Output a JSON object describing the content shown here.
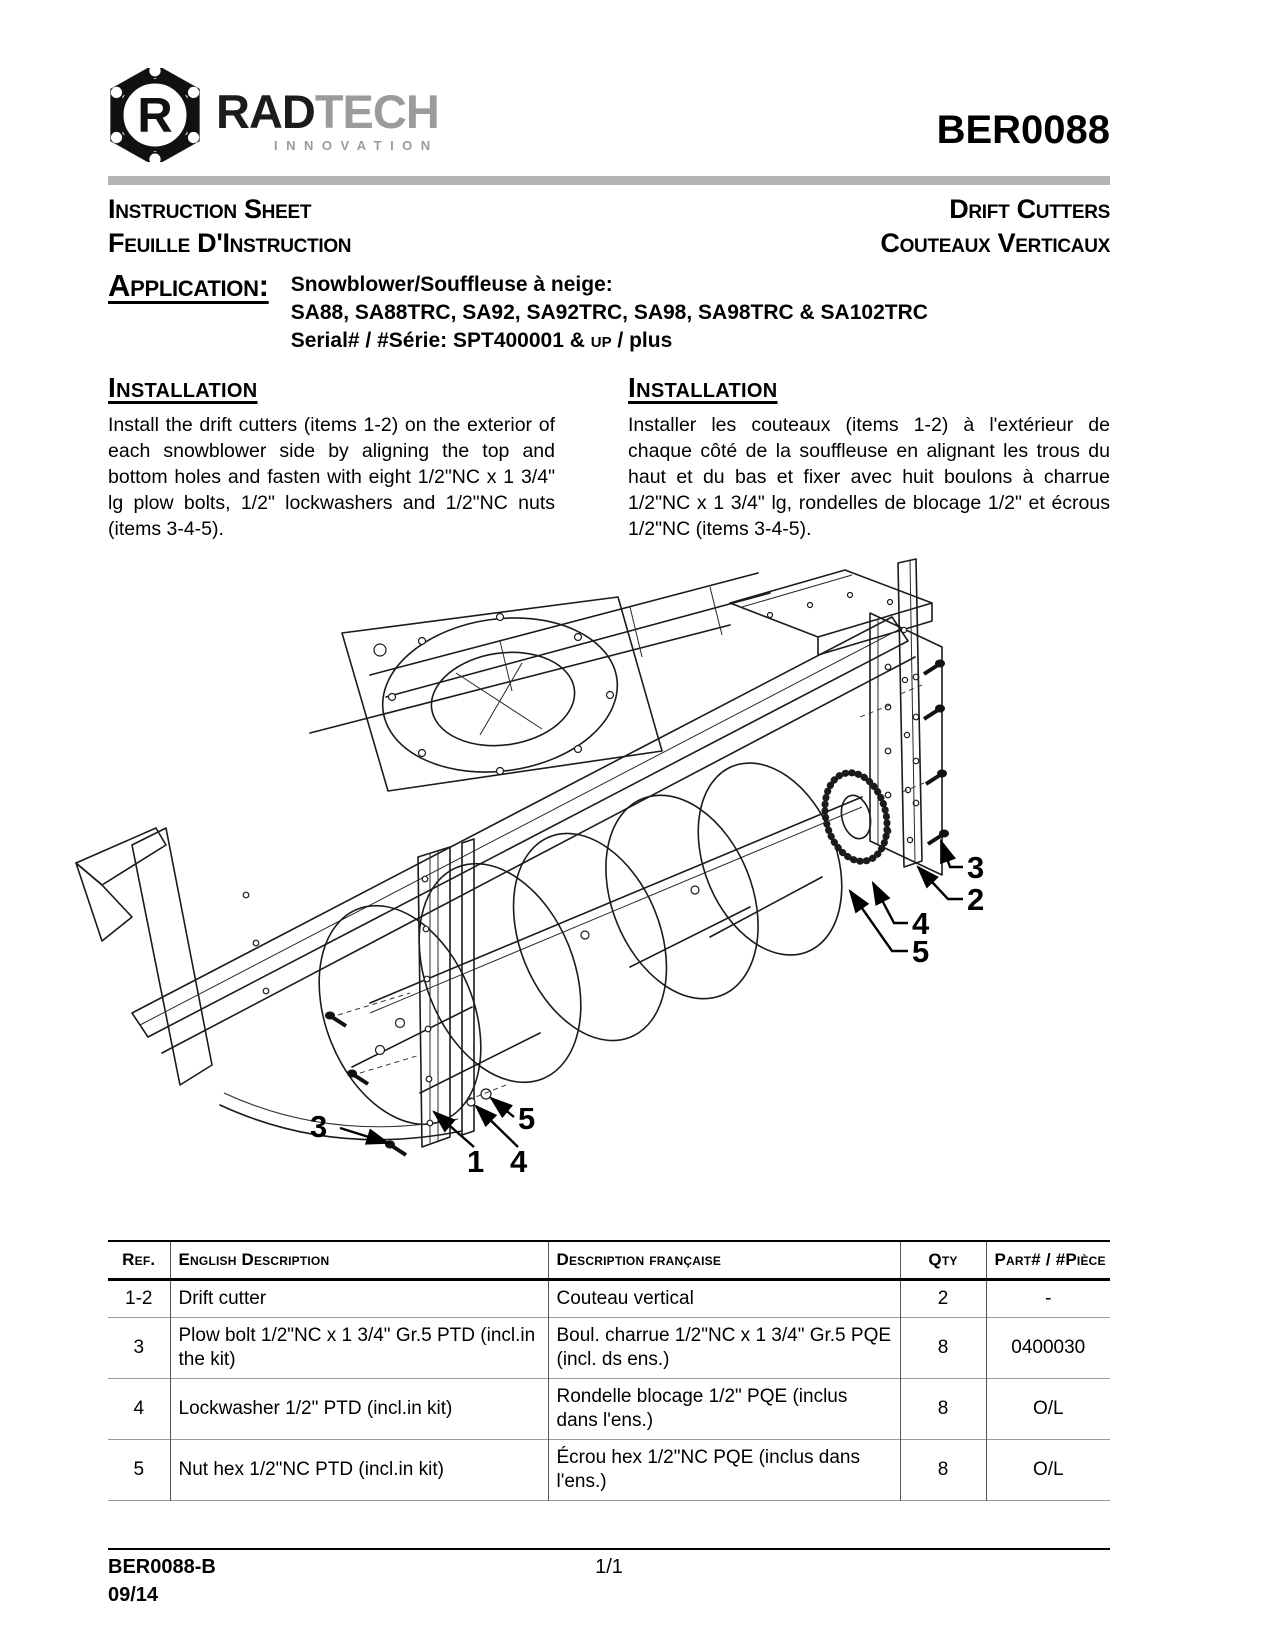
{
  "header": {
    "logo": {
      "badge_letter": "R",
      "brand_part1": "RAD",
      "brand_part2": "TECH",
      "subtitle": "INNOVATION"
    },
    "doc_number": "BER0088",
    "left_line1": "Instruction Sheet",
    "left_line2": "Feuille D'Instruction",
    "right_line1": "Drift Cutters",
    "right_line2": "Couteaux Verticaux"
  },
  "application": {
    "label": "Application:",
    "line1": "Snowblower/Souffleuse à neige:",
    "line2": "SA88, SA88TRC, SA92, SA92TRC, SA98, SA98TRC & SA102TRC",
    "line3_pre": "Serial# / #Série: SPT400001 & ",
    "line3_smallcaps": "up",
    "line3_post": " / plus"
  },
  "installation_en": {
    "title": "Installation",
    "body": "Install the drift cutters (items 1-2) on the exterior of each snowblower side by aligning the top and bottom holes and fasten with eight 1/2\"NC x 1 3/4\" lg plow bolts, 1/2\" lockwashers and 1/2\"NC nuts (items 3-4-5)."
  },
  "installation_fr": {
    "title": "Installation",
    "body": "Installer les couteaux (items 1-2) à l'extérieur de chaque côté de la souffleuse en alignant les trous du haut et du bas et fixer avec huit boulons à charrue 1/2\"NC x 1 3/4\" lg, rondelles de blocage 1/2\" et écrous 1/2\"NC (items 3-4-5)."
  },
  "drawing": {
    "callouts": [
      {
        "label": "3"
      },
      {
        "label": "2"
      },
      {
        "label": "4"
      },
      {
        "label": "5"
      },
      {
        "label": "3"
      },
      {
        "label": "1"
      },
      {
        "label": "4"
      },
      {
        "label": "5"
      }
    ]
  },
  "parts_table": {
    "headers": {
      "ref": "Ref.",
      "en": "English Description",
      "fr": "Description française",
      "qty": "Qty",
      "part": "Part# / #Pièce"
    },
    "rows": [
      {
        "ref": "1-2",
        "en": "Drift cutter",
        "fr": "Couteau vertical",
        "qty": "2",
        "part": "-"
      },
      {
        "ref": "3",
        "en": "Plow bolt 1/2\"NC x 1 3/4\" Gr.5 PTD (incl.in the kit)",
        "fr": "Boul. charrue 1/2\"NC x 1 3/4\" Gr.5 PQE (incl. ds ens.)",
        "qty": "8",
        "part": "0400030"
      },
      {
        "ref": "4",
        "en": "Lockwasher 1/2\"  PTD (incl.in kit)",
        "fr": "Rondelle blocage 1/2\" PQE (inclus dans l'ens.)",
        "qty": "8",
        "part": "O/L"
      },
      {
        "ref": "5",
        "en": "Nut hex 1/2\"NC   PTD (incl.in kit)",
        "fr": "Écrou hex 1/2\"NC  PQE (inclus dans l'ens.)",
        "qty": "8",
        "part": "O/L"
      }
    ]
  },
  "footer": {
    "doc_rev": "BER0088-B",
    "date": "09/14",
    "page": "1/1"
  }
}
